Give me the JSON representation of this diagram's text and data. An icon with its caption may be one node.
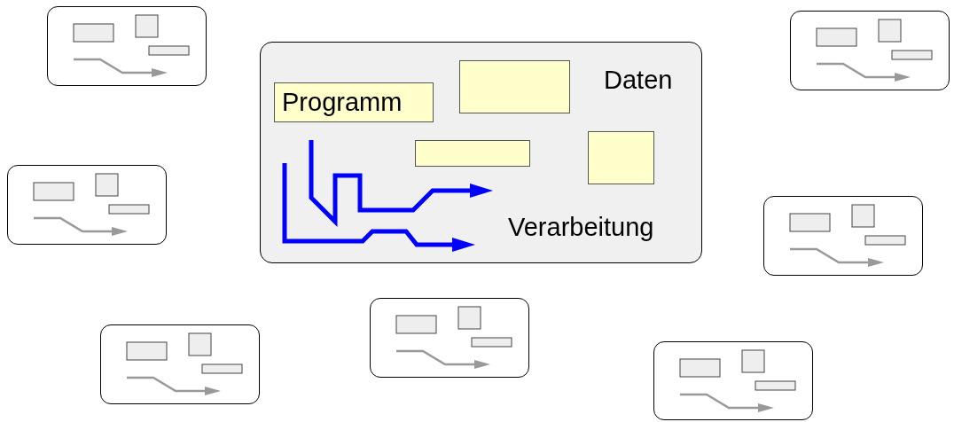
{
  "diagram": {
    "nodes": [
      {
        "text": [],
        "shape": "box"
      },
      {
        "text": [],
        "shape": "box"
      },
      {
        "text": [
          "Daten",
          "Verarbeitung"
        ]
      },
      {
        "text": [
          "Programm"
        ],
        "in": 2
      },
      {
        "text": [],
        "shape": "box",
        "in": 2
      },
      {
        "text": [],
        "shape": "box",
        "in": 2
      },
      {
        "text": [],
        "shape": "box",
        "in": 2
      },
      {
        "text": [],
        "shape": "box"
      },
      {
        "text": [],
        "shape": "box"
      },
      {
        "text": [],
        "shape": "box"
      },
      {
        "text": [],
        "shape": "box"
      },
      {
        "text": [],
        "shape": "box"
      }
    ]
  }
}
